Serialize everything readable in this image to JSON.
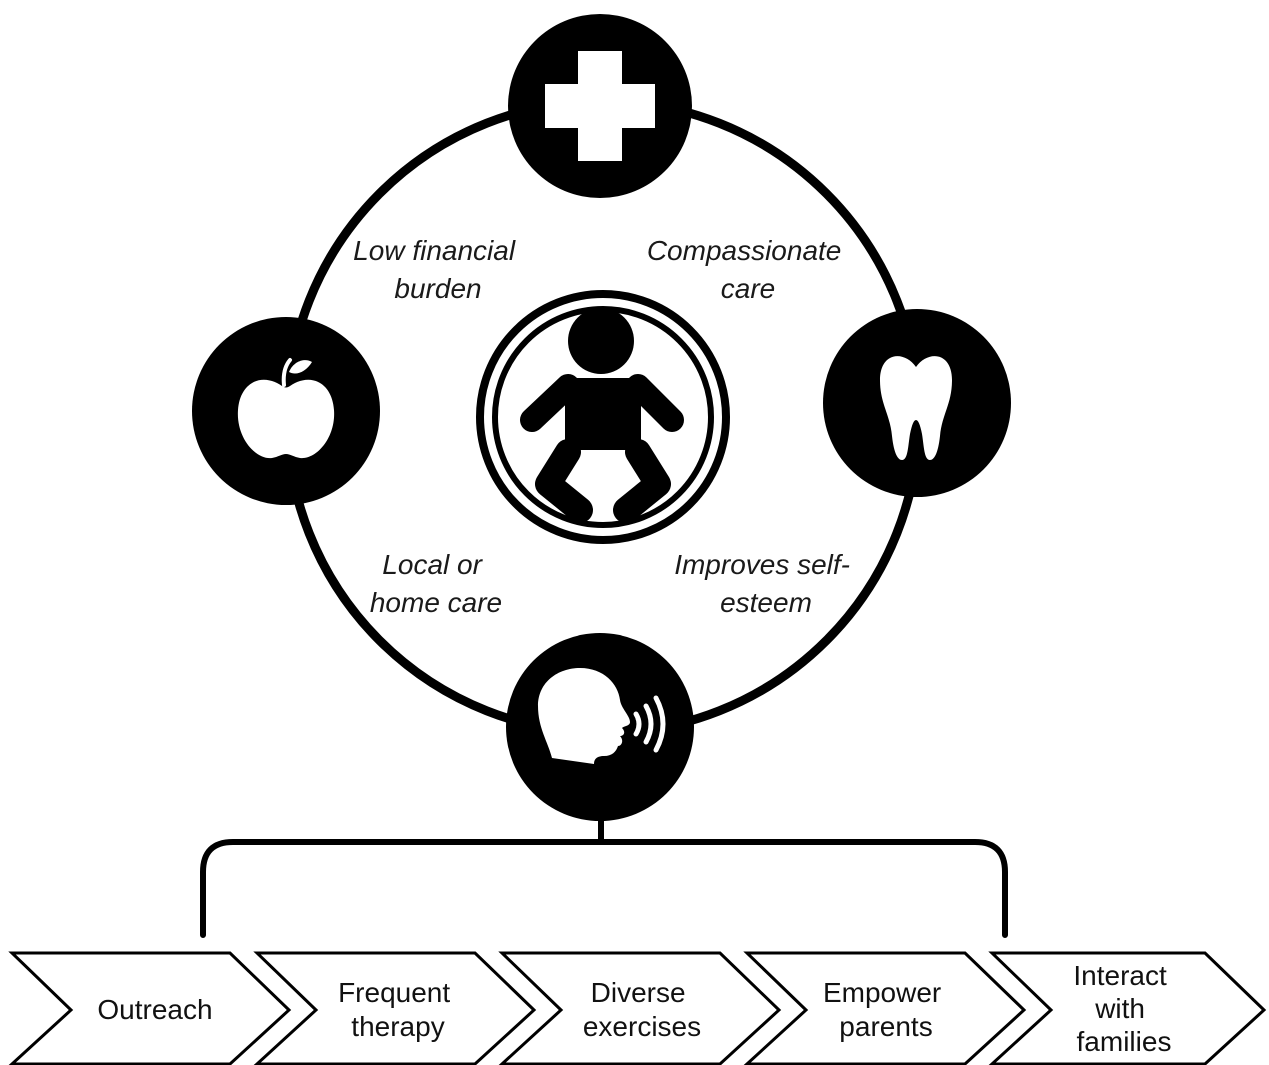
{
  "quadrant_labels": {
    "top_left": [
      "Low financial",
      "burden"
    ],
    "top_right": [
      "Compassionate",
      "care"
    ],
    "bottom_left": [
      "Local or",
      "home care"
    ],
    "bottom_right": [
      "Improves self-",
      "esteem"
    ]
  },
  "icons": {
    "top": "medical-cross-icon",
    "left": "apple-icon",
    "right": "tooth-icon",
    "bottom": "speaking-head-icon",
    "center": "baby-icon"
  },
  "steps": [
    {
      "lines": [
        "Outreach"
      ]
    },
    {
      "lines": [
        "Frequent",
        "therapy"
      ]
    },
    {
      "lines": [
        "Diverse",
        "exercises"
      ]
    },
    {
      "lines": [
        "Empower",
        "parents"
      ]
    },
    {
      "lines": [
        "Interact",
        "with",
        "families"
      ]
    }
  ],
  "colors": {
    "ink": "#000000",
    "background": "#ffffff"
  }
}
